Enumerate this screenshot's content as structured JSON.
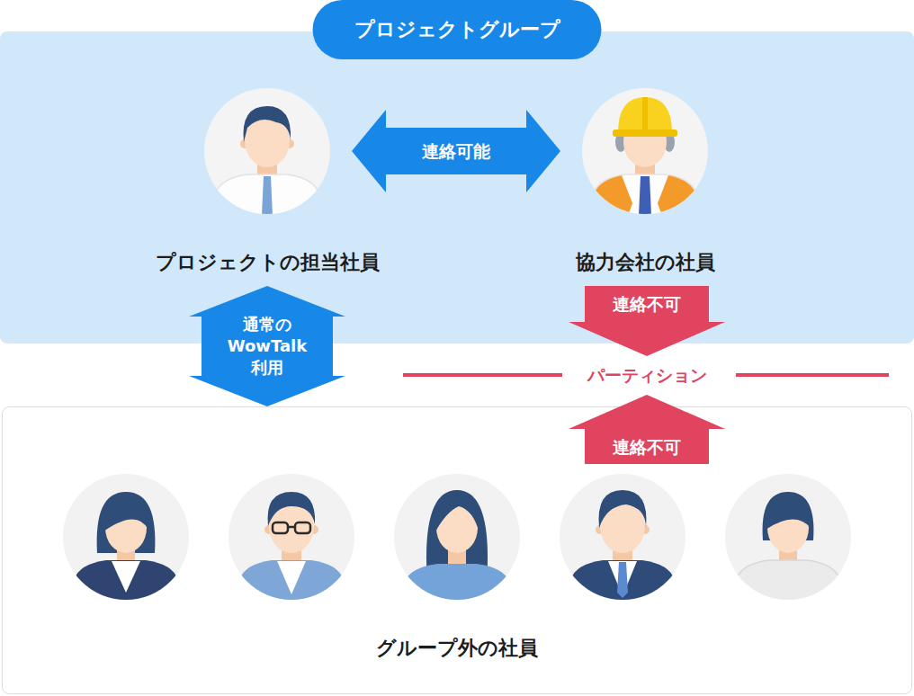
{
  "diagram": {
    "nodes": [
      {
        "text": [
          "プロジェクトグループ"
        ]
      },
      {
        "text": [
          "プロジェクトの担当社員"
        ],
        "in": 0
      },
      {
        "text": [
          "協力会社の社員"
        ],
        "in": 0
      },
      {
        "text": [
          "グループ外の社員"
        ]
      }
    ],
    "edges": [
      {
        "from": 1,
        "to": 2,
        "arrow": "both",
        "label": "連絡可能"
      },
      {
        "from": 1,
        "to": 3,
        "arrow": "both",
        "label": "通常の WowTalk 利用"
      }
    ],
    "labels": [
      "連絡不可",
      "パーティション",
      "連絡不可"
    ]
  }
}
